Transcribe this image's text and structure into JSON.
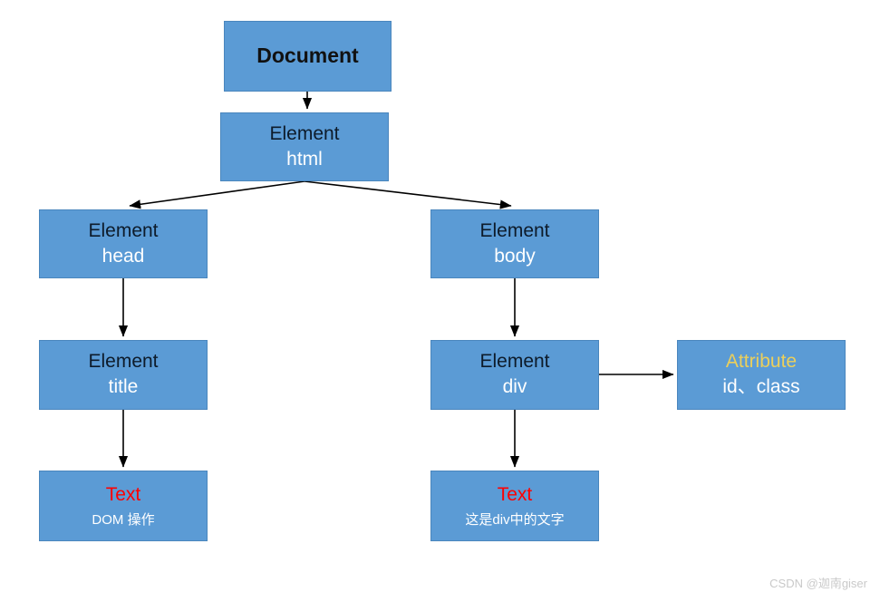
{
  "diagram": {
    "title": "DOM tree structure diagram",
    "colors": {
      "node_fill": "#5B9BD5",
      "node_border": "#4a86bd",
      "background": "#FFFFFF",
      "document_text": "#111111",
      "element_text": "#0D1B2A",
      "tag_text": "#FFFFFF",
      "attribute_text": "#EBCF5B",
      "text_node_label": "#FF0000",
      "edge": "#000000",
      "watermark": "#C9C9C9"
    },
    "nodes": {
      "document": {
        "label": "Document"
      },
      "html": {
        "type_label": "Element",
        "name_label": "html"
      },
      "head": {
        "type_label": "Element",
        "name_label": "head"
      },
      "body": {
        "type_label": "Element",
        "name_label": "body"
      },
      "title": {
        "type_label": "Element",
        "name_label": "title"
      },
      "div": {
        "type_label": "Element",
        "name_label": "div"
      },
      "attribute": {
        "type_label": "Attribute",
        "name_label": "id、class"
      },
      "text_title": {
        "type_label": "Text",
        "name_label": "DOM 操作"
      },
      "text_div": {
        "type_label": "Text",
        "name_label": "这是div中的文字"
      }
    },
    "edges": [
      {
        "from": "document",
        "to": "html",
        "style": "vertical-arrow"
      },
      {
        "from": "html",
        "to": "head",
        "style": "diagonal-arrow"
      },
      {
        "from": "html",
        "to": "body",
        "style": "diagonal-arrow"
      },
      {
        "from": "head",
        "to": "title",
        "style": "vertical-arrow"
      },
      {
        "from": "body",
        "to": "div",
        "style": "vertical-arrow"
      },
      {
        "from": "title",
        "to": "text_title",
        "style": "vertical-arrow"
      },
      {
        "from": "div",
        "to": "text_div",
        "style": "vertical-arrow"
      },
      {
        "from": "div",
        "to": "attribute",
        "style": "horizontal-arrow"
      }
    ]
  },
  "watermark": {
    "text": "CSDN @迦南giser"
  }
}
